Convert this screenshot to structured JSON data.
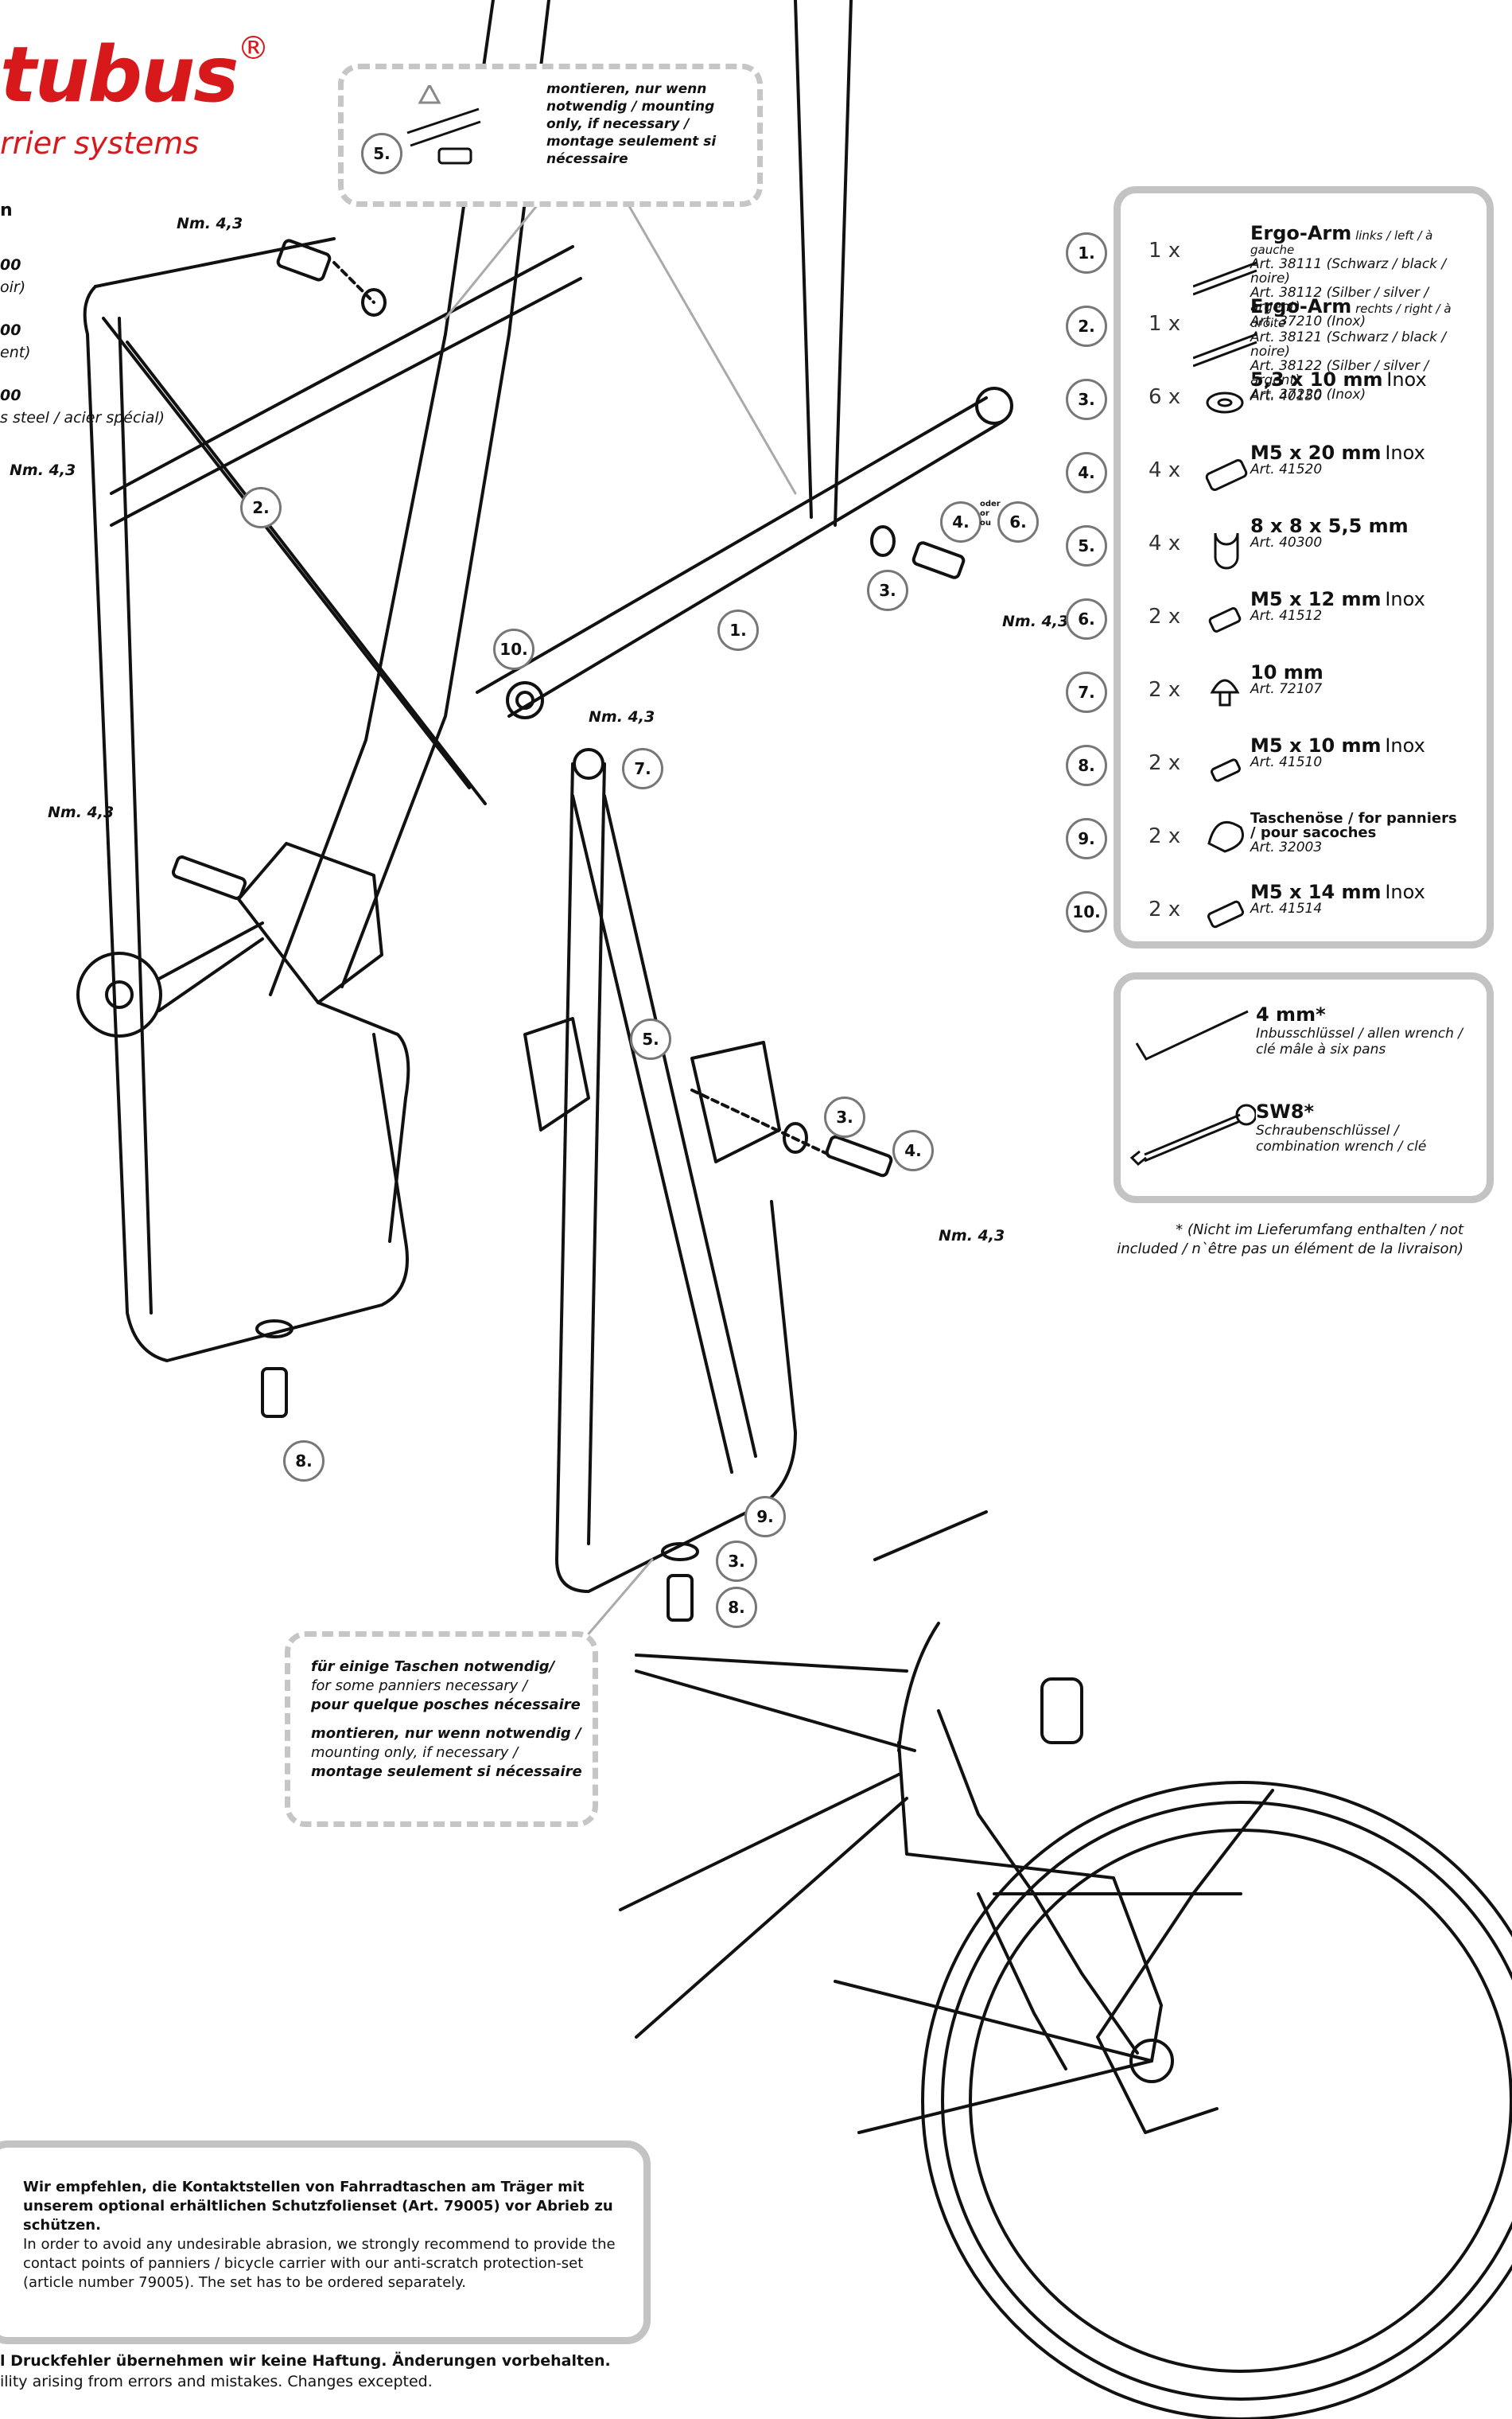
{
  "brand": {
    "name": "tubus",
    "registered": "®",
    "tagline": "rrier systems"
  },
  "side_specs": [
    {
      "bold": "00",
      "rest": ""
    },
    {
      "bold": "",
      "rest": "oir)"
    },
    {
      "bold": "00",
      "rest": ""
    },
    {
      "bold": "",
      "rest": "ent)"
    },
    {
      "bold": "00",
      "rest": ""
    },
    {
      "bold": "",
      "rest": "s steel / acier spécial)"
    }
  ],
  "side_heading": "n",
  "torque_label": "Nm. 4,3",
  "top_note": "montieren, nur wenn notwendig / mounting only, if necessary / montage seulement si nécessaire",
  "callouts": {
    "c1": "1.",
    "c2": "2.",
    "c3": "3.",
    "c4": "4.",
    "c5": "5.",
    "c6": "6.",
    "c7": "7.",
    "c8": "8.",
    "c9": "9.",
    "c10": "10.",
    "oder": "oder\nor\nou"
  },
  "parts": [
    {
      "num": "1.",
      "qty": "1  x",
      "name": "Ergo-Arm",
      "note": "links / left / à gauche",
      "arts": [
        "Art. 38111 (Schwarz / black / noire)",
        "Art. 38112 (Silber / silver / argent)",
        "Art. 37210 (Inox)"
      ]
    },
    {
      "num": "2.",
      "qty": "1  x",
      "name": "Ergo-Arm",
      "note": "rechts / right / à droite",
      "arts": [
        "Art. 38121 (Schwarz / black / noire)",
        "Art. 38122 (Silber / silver / argent)",
        "Art. 37220 (Inox)"
      ]
    },
    {
      "num": "3.",
      "qty": "6  x",
      "name": "5,3 x 10 mm",
      "inox": "Inox",
      "arts": [
        "Art. 40150"
      ]
    },
    {
      "num": "4.",
      "qty": "4  x",
      "name": "M5 x 20 mm",
      "inox": "Inox",
      "arts": [
        "Art. 41520"
      ]
    },
    {
      "num": "5.",
      "qty": "4  x",
      "name": "8 x 8 x 5,5 mm",
      "arts": [
        "Art. 40300"
      ]
    },
    {
      "num": "6.",
      "qty": "2  x",
      "name": "M5 x 12 mm",
      "inox": "Inox",
      "arts": [
        "Art. 41512"
      ]
    },
    {
      "num": "7.",
      "qty": "2  x",
      "name": "10 mm",
      "arts": [
        "Art. 72107"
      ]
    },
    {
      "num": "8.",
      "qty": "2  x",
      "name": "M5 x 10 mm",
      "inox": "Inox",
      "arts": [
        "Art. 41510"
      ]
    },
    {
      "num": "9.",
      "qty": "2  x",
      "name": "Taschenöse / for panniers / pour sacoches",
      "arts": [
        "Art. 32003"
      ]
    },
    {
      "num": "10.",
      "qty": "2  x",
      "name": "M5 x 14 mm",
      "inox": "Inox",
      "arts": [
        "Art. 41514"
      ]
    }
  ],
  "tools": [
    {
      "name": "4 mm*",
      "sub": "Inbusschlüssel / allen wrench / clé mâle à six pans"
    },
    {
      "name": "SW8*",
      "sub": "Schraubenschlüssel / combination wrench / clé"
    }
  ],
  "star_note": "* (Nicht im Lieferumfang enthalten / not included / n`être pas un élément de la livraison)",
  "pannier_note": {
    "l1": "für einige Taschen notwendig/",
    "l2": "for some panniers necessary /",
    "l3": "pour quelque posches nécessaire",
    "l4": "montieren, nur wenn notwendig /",
    "l5": "mounting only, if necessary /",
    "l6": "montage seulement si nécessaire"
  },
  "notice": {
    "de": "Wir empfehlen, die Kontaktstellen von Fahrradtaschen am Träger mit unserem optional erhältlichen Schutzfolienset (Art. 79005) vor Abrieb zu schützen.",
    "en": "In order to avoid any undesirable abrasion, we strongly recommend to provide the contact points of panniers / bicycle carrier with our anti-scratch protection-set (article number 79005). The set has to be ordered separately."
  },
  "footer": {
    "de": "l Druckfehler übernehmen wir keine Haftung. Änderungen vorbehalten.",
    "en": "ility arising from errors and mistakes. Changes excepted."
  }
}
